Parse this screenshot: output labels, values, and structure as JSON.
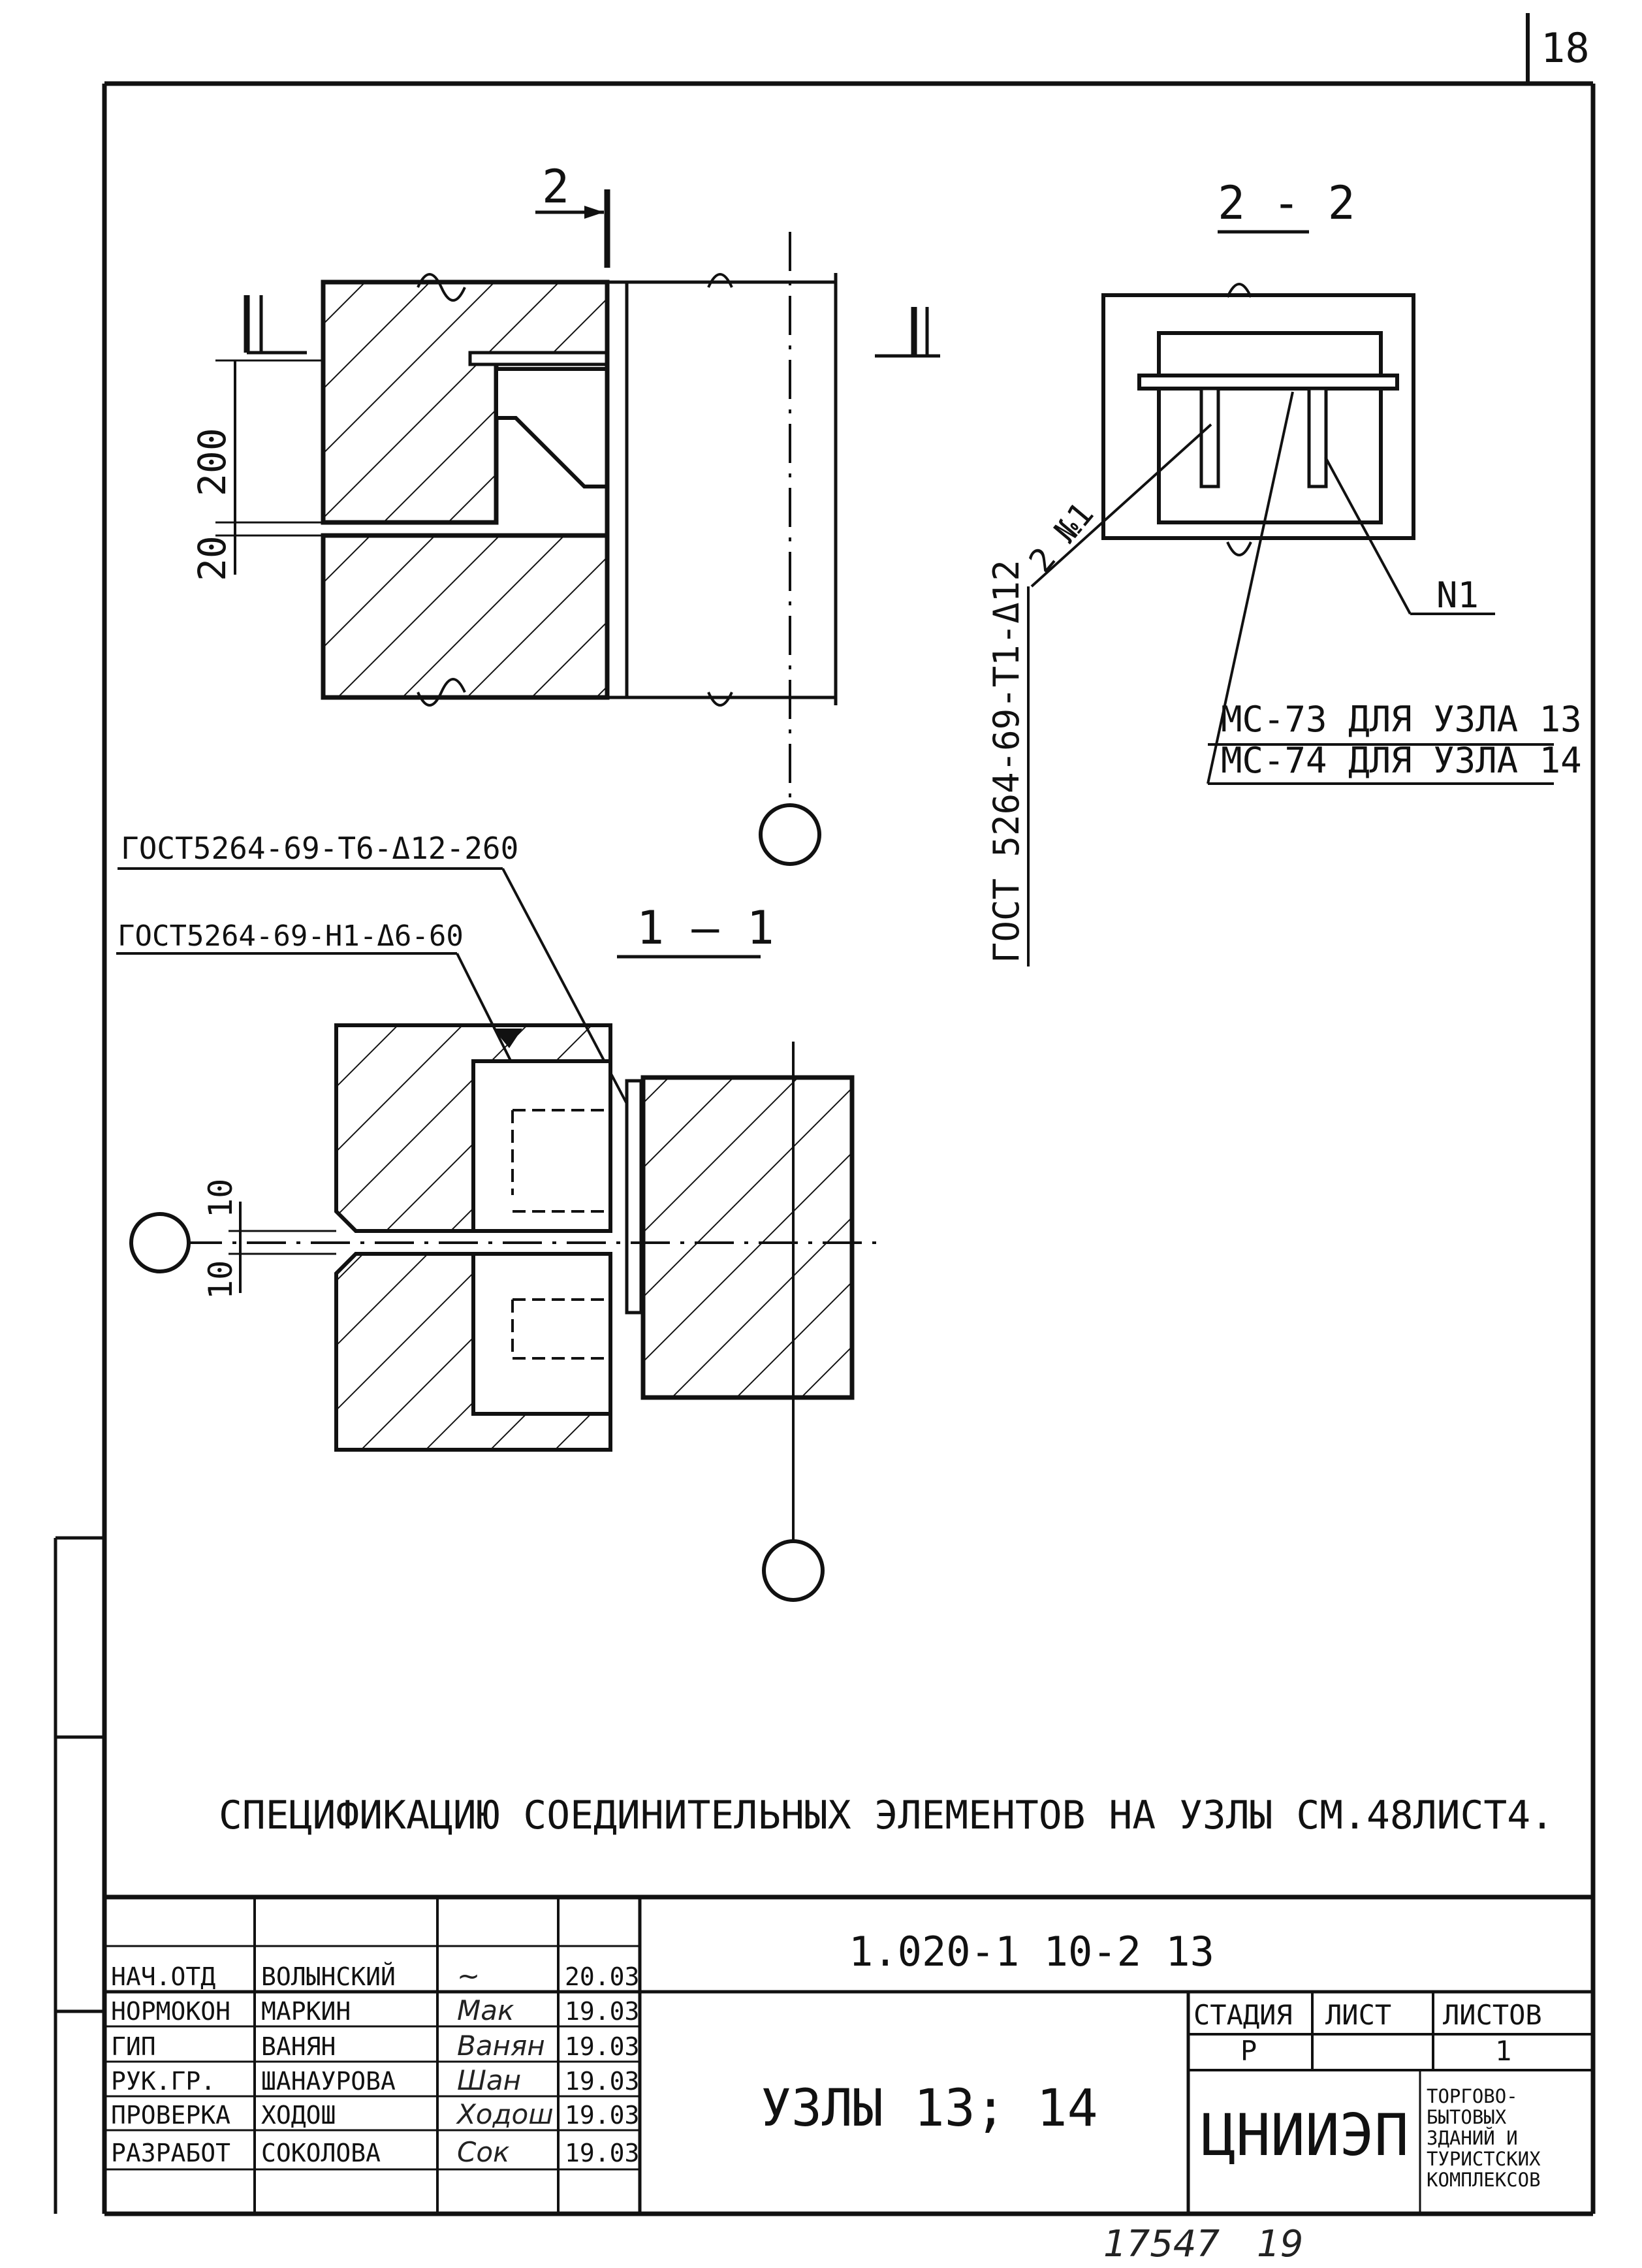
{
  "sheet_number": "18",
  "section_marks": {
    "cut_2_label": "2",
    "cut_1_label": "1",
    "section_2_2_title": "2 - 2",
    "section_1_1_title": "1 — 1"
  },
  "dimensions": {
    "d200": "200",
    "d20": "20",
    "d10_top": "10",
    "d10_bottom": "10"
  },
  "callouts": {
    "two_n1": "2 №1",
    "n1": "N1",
    "gost_vertical": "ГОСТ 5264-69-Т1-Δ12",
    "mc73": "МС-73 ДЛЯ УЗЛА 13",
    "mc74": "МС-74 ДЛЯ УЗЛА 14",
    "gost_t6": "ГОСТ5264-69-Т6-Δ12-260",
    "gost_n1": "ГОСТ5264-69-Н1-Δ6-60"
  },
  "note": "СПЕЦИФИКАЦИЮ СОЕДИНИТЕЛЬНЫХ ЭЛЕМЕНТОВ НА УЗЛЫ СМ.48ЛИСТ4.",
  "title_block": {
    "document_code": "1.020-1 10-2 13",
    "drawing_title": "УЗЛЫ 13; 14",
    "stage_header": "СТАДИЯ",
    "sheet_header": "ЛИСТ",
    "sheets_header": "ЛИСТОВ",
    "stage_value": "Р",
    "sheet_value": "",
    "sheets_value": "1",
    "organization": "ЦНИИЭП",
    "organization_sub": [
      "ТОРГОВО-",
      "БЫТОВЫХ",
      "ЗДАНИЙ И",
      "ТУРИСТСКИХ",
      "КОМПЛЕКСОВ"
    ],
    "signatures": [
      {
        "role": "НАЧ.ОТД",
        "name": "ВОЛЫНСКИЙ",
        "signature": "~",
        "date": "20.03"
      },
      {
        "role": "НОРМОКОН",
        "name": "МАРКИН",
        "signature": "Мак",
        "date": "19.03"
      },
      {
        "role": "ГИП",
        "name": "ВАНЯН",
        "signature": "Ванян",
        "date": "19.03"
      },
      {
        "role": "РУК.ГР.",
        "name": "ШАНАУРОВА",
        "signature": "Шан",
        "date": "19.03"
      },
      {
        "role": "ПРОВЕРКА",
        "name": "ХОДОШ",
        "signature": "Ходош",
        "date": "19.03"
      },
      {
        "role": "РАЗРАБОТ",
        "name": "СОКОЛОВА",
        "signature": "Сок",
        "date": "19.03"
      }
    ]
  },
  "footer_numbers": {
    "inventory": "17547",
    "page": "19"
  }
}
